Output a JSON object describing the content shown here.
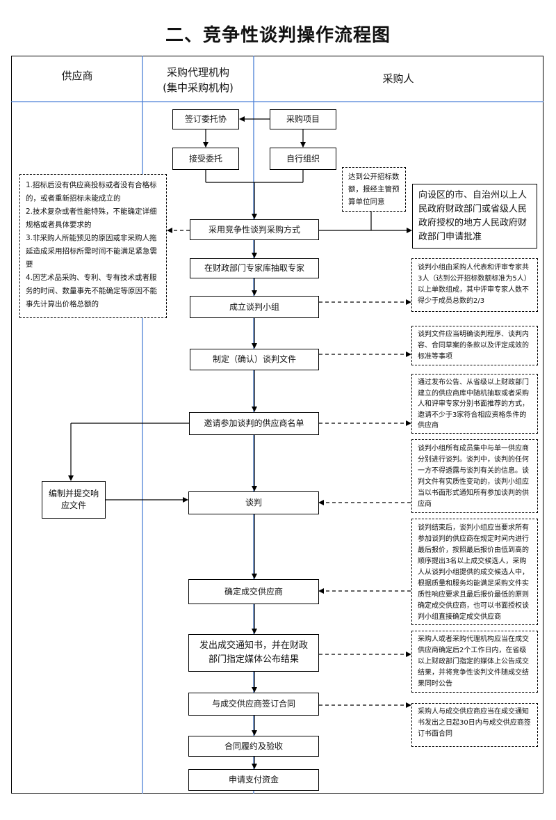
{
  "title": "二、竞争性谈判操作流程图",
  "columns": {
    "supplier": "供应商",
    "agency_line1": "采购代理机构",
    "agency_line2": "(集中采购机构)",
    "purchaser": "采购人"
  },
  "steps": {
    "sign_entrust": "签订委托协",
    "purchase_project": "采购项目",
    "accept_entrust": "接受委托",
    "self_organize": "自行组织",
    "adopt_method": "采用竞争性谈判采购方式",
    "extract_experts": "在财政部门专家库抽取专家",
    "form_group": "成立谈判小组",
    "make_docs": "制定（确认）谈判文件",
    "invite_list": "邀请参加谈判的供应商名单",
    "prepare_response": "编制并提交响应文件",
    "negotiate": "谈判",
    "determine_supplier": "确定成交供应商",
    "issue_notice": "发出成交通知书，并在财政部门指定媒体公布结果",
    "sign_contract": "与成交供应商签订合同",
    "perform_accept": "合同履约及验收",
    "apply_payment": "申请支付资金"
  },
  "notes": {
    "left_conditions": [
      "1.招标后没有供应商投标或者没有合格标的，或者重新招标未能成立的",
      "2.技术复杂或者性能特殊，不能确定详细规格或者具体要求的",
      "3.非采购人所能预见的原因或非采购人拖延造成采用招标所需时间不能满足紧急需要",
      "4.因艺术品采购、专利、专有技术或者服务的时间、数量事先不能确定等原因不能事先计算出价格总额的"
    ],
    "threshold": "达到公开招标数额，报经主管预算单位同意",
    "approval": "向设区的市、自治州以上人民政府财政部门或省级人民政府授权的地方人民政府财政部门申请批准",
    "group_composition": "谈判小组由采购人代表和评审专家共3人（达到公开招标数额标准为5人）以上单数组成，其中评审专家人数不得少于成员总数的2/3",
    "docs_content": "谈判文件应当明确谈判程序、谈判内容、合同草案的条款以及评定成效的标准等事项",
    "invite_method": "通过发布公告、从省级以上财政部门建立的供应商库中随机抽取或者采购人和评审专家分别书面推荐的方式，邀请不少于3家符合相应资格条件的供应商",
    "negotiate_rules": "谈判小组所有成员集中与单一供应商分别进行谈判。谈判中，谈判的任何一方不得透露与谈判有关的信息。谈判文件有实质性变动的，谈判小组应当以书面形式通知所有参加谈判的供应商",
    "determine_rules": "谈判结束后，谈判小组应当要求所有参加谈判的供应商在规定时间内进行最后报价，按照最后报价由低到高的顺序提出3名以上成交候选人，采购人从谈判小组提供的成交候选人中，根据质量和服务均能满足采购文件实质性响应要求且最后报价最低的原则确定成交供应商，也可以书面授权谈判小组直接确定成交供应商",
    "notice_rules": "采购人或者采购代理机构应当在成交供应商确定后2个工作日内，在省级以上财政部门指定的媒体上公告成交结果，并将竞争性谈判文件随成交结果同时公告",
    "contract_rules": "采购人与成交供应商应当在成交通知书发出之日起30日内与成交供应商签订书面合同"
  }
}
